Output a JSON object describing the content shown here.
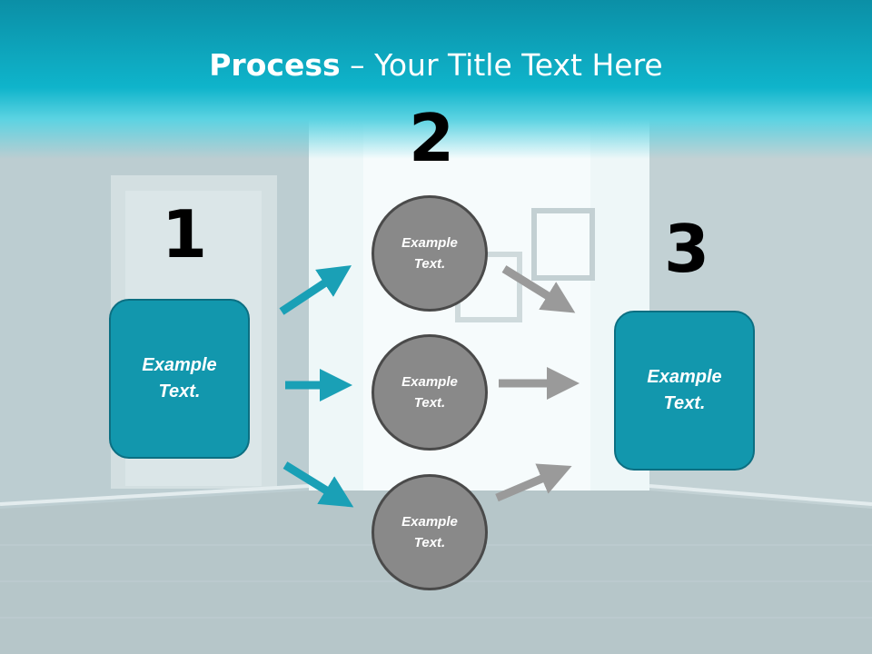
{
  "slide": {
    "title_bold": "Process",
    "title_rest": " – Your Title Text Here"
  },
  "steps": {
    "one": {
      "number": "1",
      "text": "Example\nText."
    },
    "two": {
      "number": "2",
      "circles": [
        {
          "text": "Example\nText."
        },
        {
          "text": "Example\nText."
        },
        {
          "text": "Example\nText."
        }
      ]
    },
    "three": {
      "number": "3",
      "text": "Example\nText."
    }
  },
  "colors": {
    "accent_teal": "#1297ad",
    "circle_gray": "#898989",
    "arrow_teal": "#1aa0b6",
    "arrow_gray": "#9a9a9a"
  }
}
